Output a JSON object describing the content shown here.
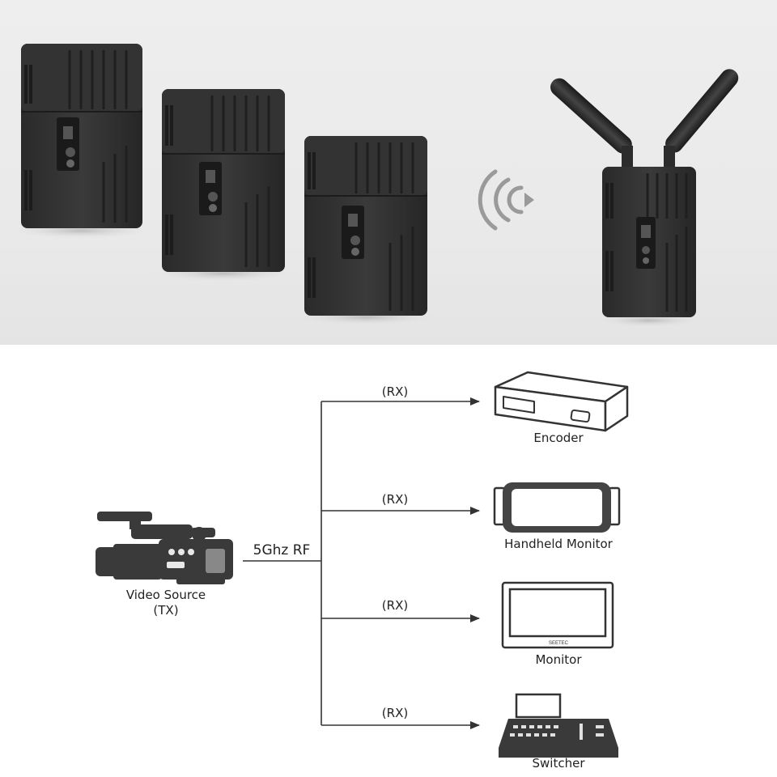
{
  "diagram": {
    "link_label": "5Ghz RF",
    "source": {
      "label": "Video Source",
      "sublabel": "(TX)",
      "icon": "video-camera-icon"
    },
    "branches": [
      {
        "tag": "(RX)",
        "device": "Encoder",
        "icon": "encoder-box-icon"
      },
      {
        "tag": "(RX)",
        "device": "Handheld Monitor",
        "icon": "handheld-monitor-icon"
      },
      {
        "tag": "(RX)",
        "device": "Monitor",
        "icon": "monitor-icon"
      },
      {
        "tag": "(RX)",
        "device": "Switcher",
        "icon": "video-switcher-icon"
      }
    ]
  },
  "product_photo": {
    "receivers": 3,
    "transmitter_antennas": 2,
    "wireless_icon": "wireless-signal-icon"
  }
}
